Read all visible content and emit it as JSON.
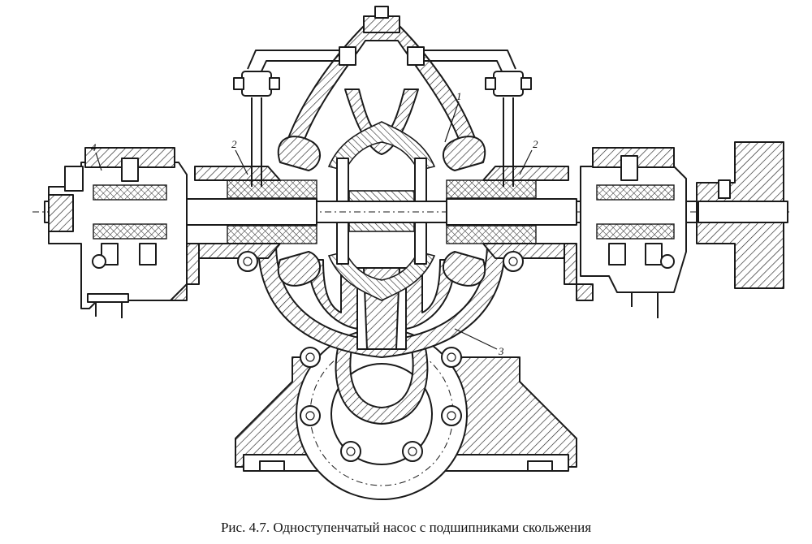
{
  "figure": {
    "caption": "Рис.  4.7. Одноступенчатый насос с подшипниками скольжения",
    "callouts": {
      "impeller": "1",
      "seal_left": "2",
      "seal_right": "2",
      "volute": "3",
      "bearing": "4"
    }
  }
}
